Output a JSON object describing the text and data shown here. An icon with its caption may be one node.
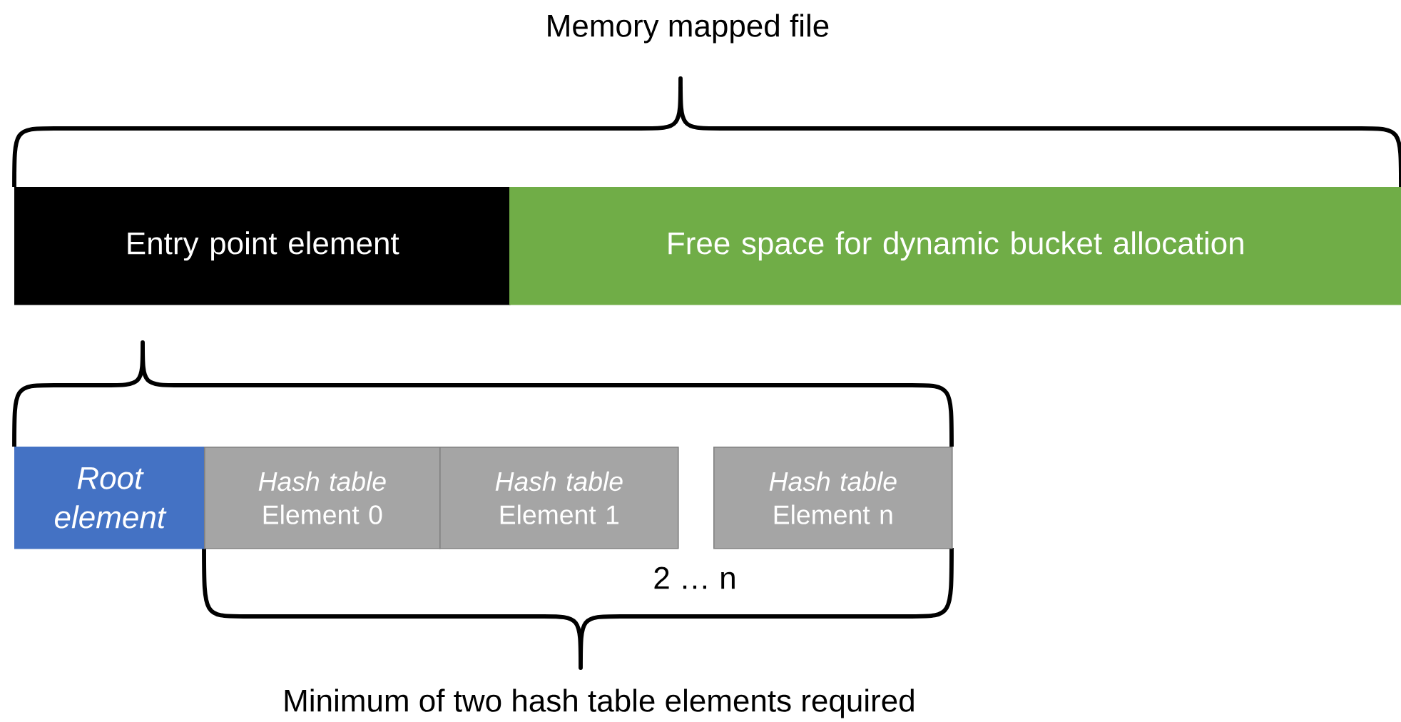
{
  "diagram": {
    "nodes": [
      {
        "text": [
          "Entry point element"
        ]
      },
      {
        "text": [
          "Free space for dynamic bucket allocation"
        ]
      },
      {
        "text": [
          "Root element"
        ]
      },
      {
        "text": [
          "Hash table",
          "Element 0"
        ]
      },
      {
        "text": [
          "Hash table",
          "Element 1"
        ]
      },
      {
        "text": [
          "Hash table",
          "Element n"
        ]
      }
    ],
    "edges": [],
    "labels": [
      "Memory mapped file",
      "2 … n",
      "Minimum of two hash table elements required"
    ]
  }
}
